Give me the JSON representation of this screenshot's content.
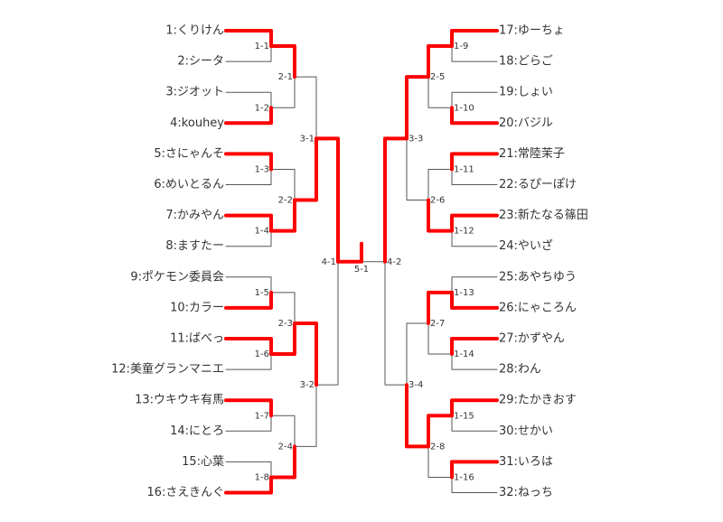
{
  "players": [
    "1:くりけん",
    "2:シータ",
    "3:ジオット",
    "4:kouhey",
    "5:さにゃんそ",
    "6:めいとるん",
    "7:かみやん",
    "8:ますたー",
    "9:ポケモン委員会",
    "10:カラー",
    "11:ばべっ",
    "12:美童グランマニエ",
    "13:ウキウキ有馬",
    "14:にとろ",
    "15:心葉",
    "16:さえきんぐ",
    "17:ゆーちょ",
    "18:どらご",
    "19:しょい",
    "20:バジル",
    "21:常陸茉子",
    "22:るぴーぽけ",
    "23:新たなる篠田",
    "24:やいざ",
    "25:あやちゆう",
    "26:にゃころん",
    "27:かずやん",
    "28:わん",
    "29:たかきおす",
    "30:せかい",
    "31:いろは",
    "32:ねっち"
  ],
  "rounds": {
    "r1": {
      "labels": [
        "1-1",
        "1-2",
        "1-3",
        "1-4",
        "1-5",
        "1-6",
        "1-7",
        "1-8",
        "1-9",
        "1-10",
        "1-11",
        "1-12",
        "1-13",
        "1-14",
        "1-15",
        "1-16"
      ],
      "winners": [
        0,
        1,
        0,
        0,
        1,
        0,
        0,
        1,
        0,
        1,
        0,
        0,
        1,
        0,
        0,
        0
      ]
    },
    "r2": {
      "labels": [
        "2-1",
        "2-2",
        "2-3",
        "2-4",
        "2-5",
        "2-6",
        "2-7",
        "2-8"
      ],
      "winners": [
        0,
        1,
        1,
        1,
        0,
        1,
        0,
        0
      ]
    },
    "r3": {
      "labels": [
        "3-1",
        "3-2",
        "3-3",
        "3-4"
      ],
      "winners": [
        1,
        0,
        0,
        1
      ]
    },
    "r4": {
      "labels": [
        "4-1",
        "4-2"
      ],
      "winners": [
        0,
        0
      ]
    },
    "final": {
      "label": "5-1",
      "champion_side": "left"
    }
  },
  "colors": {
    "win_line": "#ff0000",
    "base_line": "#555555",
    "text": "#333333"
  }
}
